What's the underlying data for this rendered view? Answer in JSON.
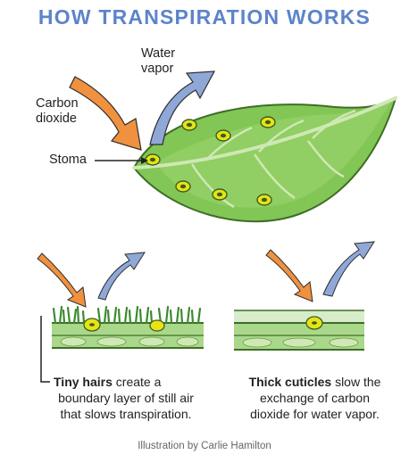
{
  "title": "HOW TRANSPIRATION WORKS",
  "labels": {
    "water_vapor_line1": "Water",
    "water_vapor_line2": "vapor",
    "carbon_dioxide_line1": "Carbon",
    "carbon_dioxide_line2": "dioxide",
    "stoma": "Stoma"
  },
  "left_caption": {
    "bold": "Tiny hairs",
    "rest_line1": "create a",
    "line2": "boundary layer of still air",
    "line3": "that slows transpiration."
  },
  "right_caption": {
    "bold": "Thick cuticles",
    "rest_line1": "slow the",
    "line2": "exchange of carbon",
    "line3": "dioxide for water vapor."
  },
  "credit": "Illustration by Carlie Hamilton",
  "colors": {
    "title": "#5d84c9",
    "co2_arrow": "#f0913f",
    "vapor_arrow": "#8fa8d8",
    "leaf": "#7bc24f",
    "stoma": "#e8e317"
  }
}
